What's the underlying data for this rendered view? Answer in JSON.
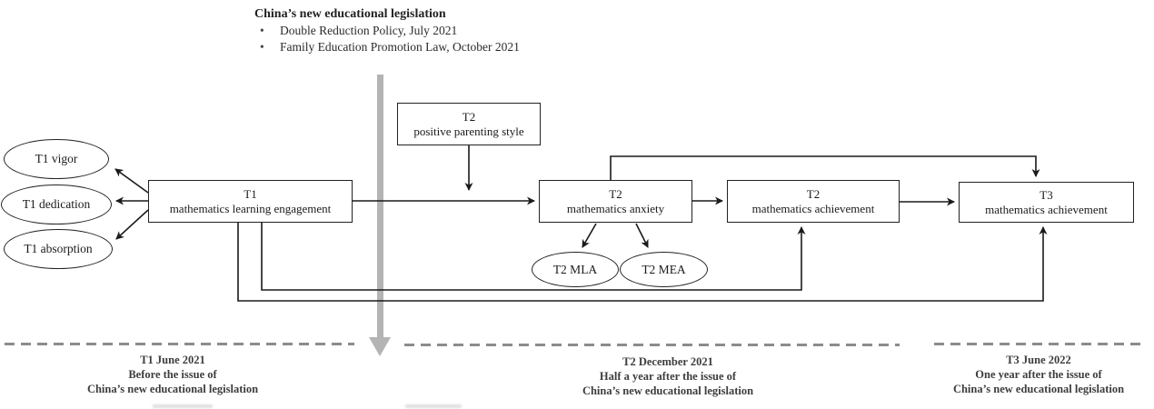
{
  "header": {
    "title": "China’s new educational legislation",
    "bullet_char": "•",
    "items": [
      "Double Reduction Policy, July 2021",
      "Family Education Promotion Law, October 2021"
    ]
  },
  "nodes": {
    "t1_engagement": {
      "line1": "T1",
      "line2": "mathematics learning engagement"
    },
    "t2_parenting": {
      "line1": "T2",
      "line2": "positive parenting style"
    },
    "t2_anxiety": {
      "line1": "T2",
      "line2": "mathematics anxiety"
    },
    "t2_achievement": {
      "line1": "T2",
      "line2": "mathematics achievement"
    },
    "t3_achievement": {
      "line1": "T3",
      "line2": "mathematics achievement"
    }
  },
  "indicators": {
    "t1_vigor": "T1 vigor",
    "t1_dedication": "T1 dedication",
    "t1_absorption": "T1 absorption",
    "t2_mla": "T2 MLA",
    "t2_mea": "T2 MEA"
  },
  "timeline": {
    "t1": {
      "line1": "T1 June 2021",
      "line2": "Before the issue of",
      "line3": "China’s new educational legislation"
    },
    "t2": {
      "line1": "T2 December 2021",
      "line2": "Half a year after the issue of",
      "line3": "China’s new educational legislation"
    },
    "t3": {
      "line1": "T3 June 2022",
      "line2": "One year after the issue of",
      "line3": "China’s new educational legislation"
    }
  },
  "colors": {
    "line": "#1a1a1a",
    "gray_arrow": "#b4b4b4",
    "dashed_line": "#8c8c8c",
    "timeline_text": "#3d3d3d"
  }
}
